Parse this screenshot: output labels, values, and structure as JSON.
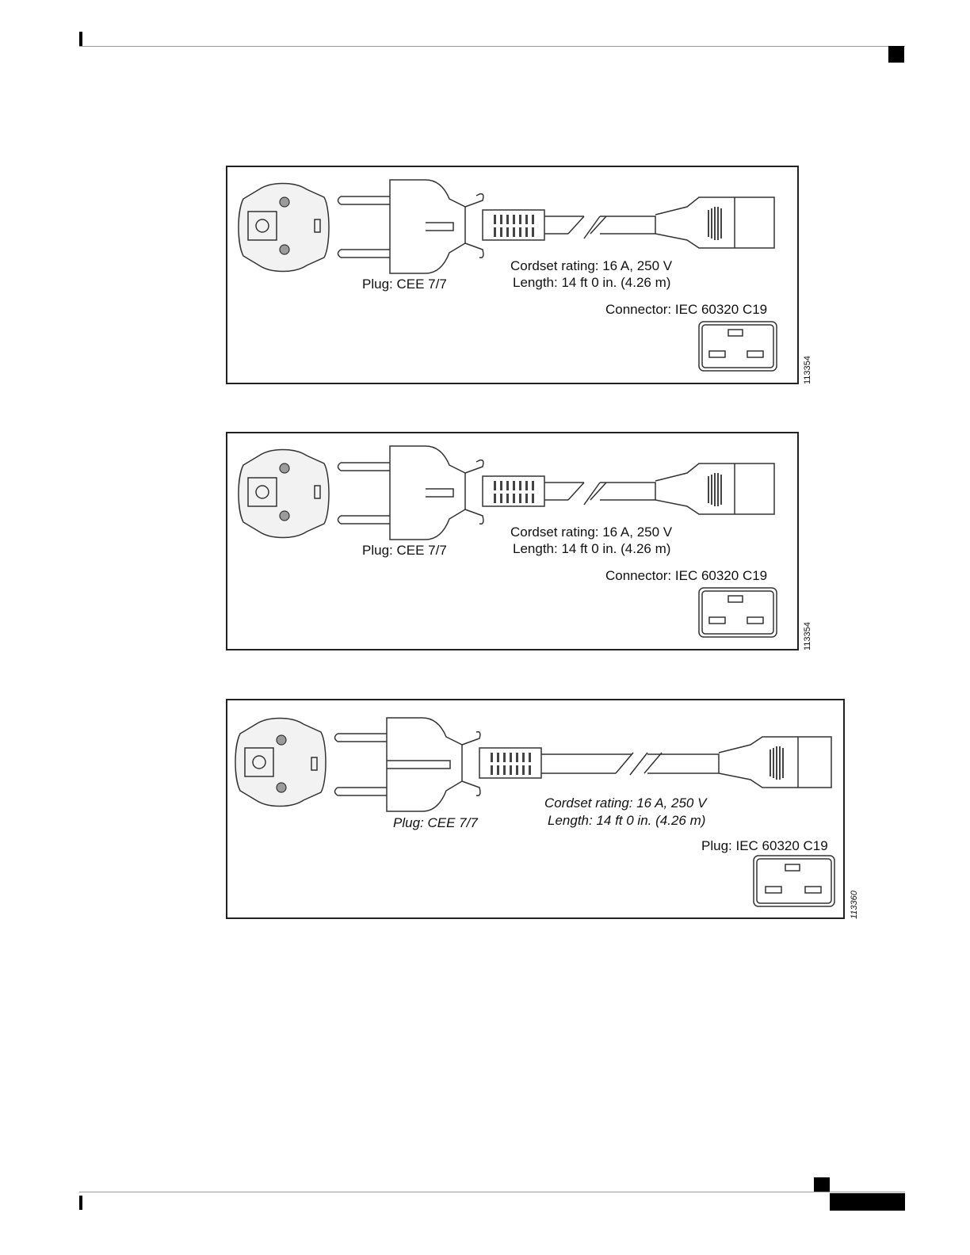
{
  "figures": [
    {
      "plug_label": "Plug: CEE 7/7",
      "cordset_rating": "Cordset rating: 16 A, 250 V",
      "length": "Length: 14 ft 0 in. (4.26 m)",
      "connector_label": "Connector: IEC 60320 C19",
      "figure_number": "113354"
    },
    {
      "plug_label": "Plug: CEE 7/7",
      "cordset_rating": "Cordset rating: 16 A, 250 V",
      "length": "Length: 14 ft 0 in. (4.26 m)",
      "connector_label": "Connector: IEC 60320 C19",
      "figure_number": "113354"
    },
    {
      "plug_label": "Plug: CEE 7/7",
      "cordset_rating": "Cordset rating: 16 A, 250 V",
      "length": "Length: 14 ft 0 in. (4.26 m)",
      "connector_label": "Plug: IEC 60320 C19",
      "figure_number": "113360"
    }
  ]
}
